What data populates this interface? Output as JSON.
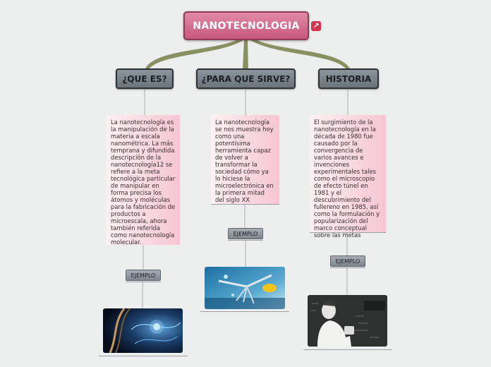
{
  "title": "NANOTECNOLOGIA",
  "branches": [
    {
      "label": "¿QUE ES?",
      "text": "La nanotecnología es la manipulación de la materia a escala nanométrica. La más temprana y difundida descripción de la nanotecnología12 se refiere a la meta tecnológica particular de manipular en forma precisa los átomos y moléculas para la fabricación de productos a microescala, ahora también referida como nanotecnología molecular.",
      "example": "EJEMPLO"
    },
    {
      "label": "¿PARA QUE SIRVE?",
      "text": "La nanotecnología se nos muestra hoy como una potentísima herramienta capaz de volver a transformar la sociedad cómo ya lo hiciese la microelectrónica en la primera mitad del siglo XX",
      "example": "EJEMPLO"
    },
    {
      "label": "HISTORIA",
      "text": "El surgimiento de la nanotecnología en la década de 1980 fue causado por la convergencia de varios avances e invenciones experimentales tales como el microscopio de efecto túnel en 1981 y el descubrimiento del fullereno en 1985, así como la formulación y popularización del marco conceptual sobre las metas",
      "example": "EJEMPLO"
    }
  ],
  "colors": {
    "title": "#d46b8f",
    "branch": "#7a8288",
    "card": "#f7c5d3",
    "connector": "#8a9161"
  },
  "icons": {
    "link": "link-icon"
  }
}
